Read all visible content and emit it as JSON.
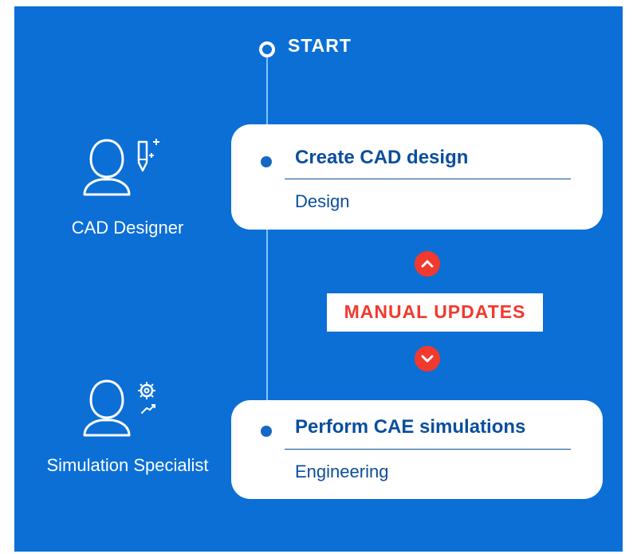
{
  "start": {
    "label": "START"
  },
  "steps": [
    {
      "title": "Create CAD design",
      "subtitle": "Design",
      "role": "CAD Designer",
      "role_icon": "designer-pencil-icon"
    },
    {
      "title": "Perform CAE simulations",
      "subtitle": "Engineering",
      "role": "Simulation Specialist",
      "role_icon": "simulation-gear-icon"
    }
  ],
  "transition": {
    "label": "MANUAL UPDATES",
    "up_icon": "chevron-up-icon",
    "down_icon": "chevron-down-icon"
  },
  "colors": {
    "background": "#0b6fd6",
    "card": "#ffffff",
    "text_dark_blue": "#0b4e9c",
    "accent_red": "#f2392e",
    "timeline": "#7fc4ff"
  }
}
